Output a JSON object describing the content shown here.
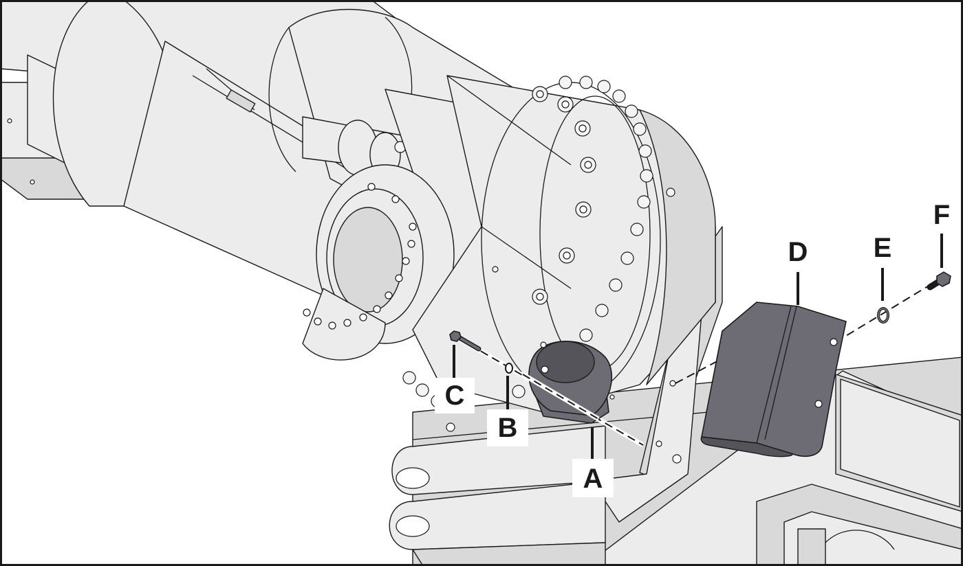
{
  "callouts": {
    "a": "A",
    "b": "B",
    "c": "C",
    "d": "D",
    "e": "E",
    "f": "F"
  },
  "colors": {
    "part_fill": "#6d6c74",
    "machine_fill": "#ececec",
    "machine_shade": "#d9d9d9",
    "line": "#1a1a1a"
  }
}
